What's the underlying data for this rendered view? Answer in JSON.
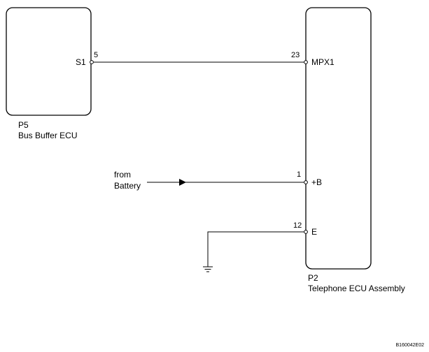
{
  "left_component": {
    "code": "P5",
    "name": "Bus Buffer ECU",
    "terminal_name": "S1",
    "terminal_pin": "5"
  },
  "right_component": {
    "code": "P2",
    "name": "Telephone ECU Assembly",
    "terminals": [
      {
        "pin": "23",
        "name": "MPX1"
      },
      {
        "pin": "1",
        "name": "+B"
      },
      {
        "pin": "12",
        "name": "E"
      }
    ]
  },
  "battery_source": {
    "line1": "from",
    "line2": "Battery"
  },
  "figure_id": "B160042E02"
}
